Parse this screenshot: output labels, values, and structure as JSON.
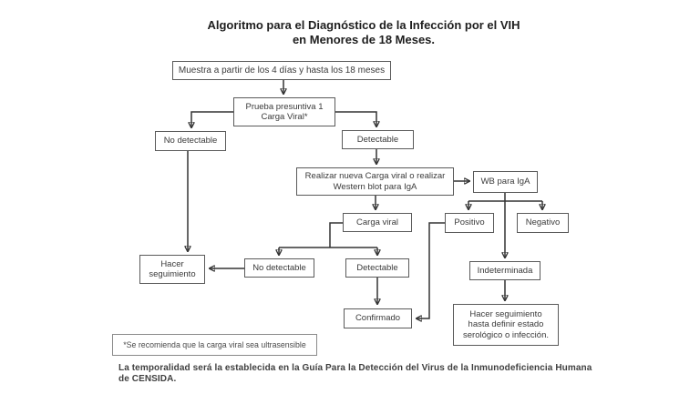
{
  "title": {
    "text": "Algoritmo para el Diagnóstico de la Infección por el VIH\nen Menores de 18 Meses."
  },
  "nodes": {
    "muestra": "Muestra a partir de los 4 días y hasta los 18 meses",
    "prueba": "Prueba presuntiva 1\nCarga Viral*",
    "no_detectable_1": "No detectable",
    "detectable_1": "Detectable",
    "realizar": "Realizar nueva Carga viral o realizar\nWestern blot para IgA",
    "wb": "WB para IgA",
    "carga_viral": "Carga viral",
    "positivo": "Positivo",
    "negativo": "Negativo",
    "hacer_seguimiento": "Hacer\nseguimiento",
    "no_detectable_2": "No detectable",
    "detectable_2": "Detectable",
    "indeterminada": "Indeterminada",
    "confirmado": "Confirmado",
    "hacer_seguimiento_2": "Hacer seguimiento\nhasta definir estado\nserológico o infección.",
    "footnote": "*Se recomienda que la carga viral sea ultrasensible"
  },
  "footer": {
    "text": "La temporalidad será la establecida en la Guía Para la Detección del Virus de la Inmunodeficiencia Humana\nde CENSIDA."
  },
  "edges": [
    {
      "from": "muestra",
      "to": "prueba"
    },
    {
      "from": "prueba",
      "to": "no_detectable_1"
    },
    {
      "from": "prueba",
      "to": "detectable_1"
    },
    {
      "from": "detectable_1",
      "to": "realizar"
    },
    {
      "from": "realizar",
      "to": "wb"
    },
    {
      "from": "realizar",
      "to": "carga_viral"
    },
    {
      "from": "carga_viral",
      "to": "no_detectable_2"
    },
    {
      "from": "carga_viral",
      "to": "detectable_2"
    },
    {
      "from": "no_detectable_1",
      "to": "hacer_seguimiento"
    },
    {
      "from": "no_detectable_2",
      "to": "hacer_seguimiento"
    },
    {
      "from": "detectable_2",
      "to": "confirmado"
    },
    {
      "from": "wb",
      "to": "positivo"
    },
    {
      "from": "wb",
      "to": "negativo"
    },
    {
      "from": "wb",
      "to": "indeterminada"
    },
    {
      "from": "positivo",
      "to": "confirmado"
    },
    {
      "from": "indeterminada",
      "to": "hacer_seguimiento_2"
    }
  ],
  "colors": {
    "box_border": "#5a5a5a",
    "line": "#333333",
    "text": "#3a3a3a"
  }
}
